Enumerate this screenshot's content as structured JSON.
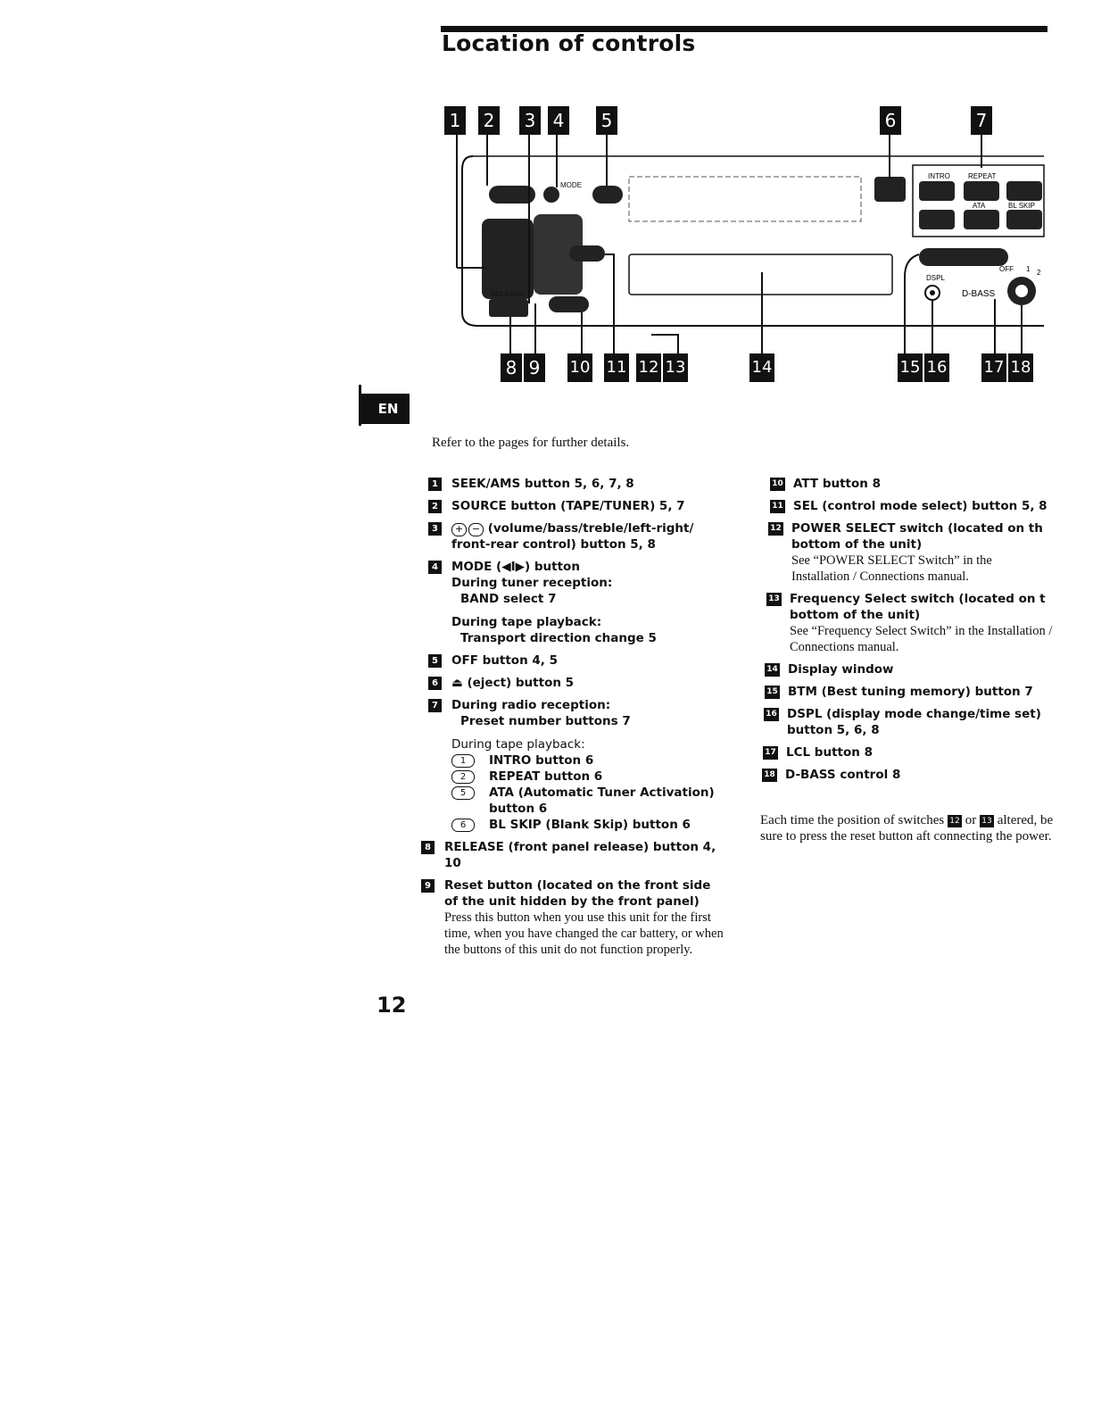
{
  "title": "Location of controls",
  "language_tab": "EN",
  "intro": "Refer to the pages for further details.",
  "page_number": "12",
  "figure": {
    "mode_label": "MODE",
    "release_label": "RELEASE",
    "intro_label": "INTRO",
    "repeat_label": "REPEAT",
    "ata_label": "ATA",
    "blskip_label": "BL SKIP",
    "dspl_label": "DSPL",
    "dbass_label": "D-BASS",
    "off_label": "OFF",
    "level_1": "1",
    "level_2": "2",
    "callouts_top": [
      "1",
      "2",
      "3",
      "4",
      "5",
      "6",
      "7"
    ],
    "callouts_bottom": [
      "8",
      "9",
      "10",
      "11",
      "12",
      "13",
      "14",
      "15",
      "16",
      "17",
      "18"
    ]
  },
  "left_items": {
    "i1": {
      "num": "1",
      "text": "SEEK/AMS button 5, 6, 7, 8"
    },
    "i2": {
      "num": "2",
      "text": "SOURCE button (TAPE/TUNER) 5, 7"
    },
    "i3": {
      "num": "3",
      "plus": "+",
      "minus": "−",
      "text": " (volume/bass/treble/left-right/ front-rear control) button 5, 8"
    },
    "i4": {
      "num": "4",
      "text": "MODE (◀I▶) button",
      "tuner_heading": "During tuner reception:",
      "tuner_value": "BAND select 7",
      "tape_heading": "During tape playback:",
      "tape_value": "Transport direction change 5"
    },
    "i5": {
      "num": "5",
      "text": "OFF button 4, 5"
    },
    "i6": {
      "num": "6",
      "text": "⏏ (eject) button 5"
    },
    "i7": {
      "num": "7",
      "radio_heading": "During radio reception:",
      "radio_value": "Preset number buttons 7",
      "tape_heading": "During tape playback:",
      "presets": [
        {
          "n": "1",
          "label": "INTRO button 6"
        },
        {
          "n": "2",
          "label": "REPEAT button 6"
        },
        {
          "n": "5",
          "label": "ATA (Automatic Tuner Activation) button 6"
        },
        {
          "n": "6",
          "label": "BL SKIP (Blank Skip) button 6"
        }
      ]
    },
    "i8": {
      "num": "8",
      "text": "RELEASE (front panel release) button 4, 10"
    },
    "i9": {
      "num": "9",
      "text": "Reset button (located on the front side of the unit hidden by the front panel)",
      "note": "Press this button when you use this unit for the first time, when you have changed the car battery, or when the buttons of this unit do not function properly."
    }
  },
  "right_items": {
    "i10": {
      "num": "10",
      "text": "ATT button 8"
    },
    "i11": {
      "num": "11",
      "text": "SEL (control mode select) button 5, 8"
    },
    "i12": {
      "num": "12",
      "text": "POWER SELECT switch (located on th bottom of the unit)",
      "note": "See “POWER SELECT Switch” in the Installation / Connections manual."
    },
    "i13": {
      "num": "13",
      "text": "Frequency Select switch (located on t bottom of the unit)",
      "note": "See “Frequency Select Switch” in the Installation / Connections manual."
    },
    "i14": {
      "num": "14",
      "text": "Display window"
    },
    "i15": {
      "num": "15",
      "text": "BTM (Best tuning memory) button 7"
    },
    "i16": {
      "num": "16",
      "text": "DSPL (display mode change/time set) button 5, 6, 8"
    },
    "i17": {
      "num": "17",
      "text": "LCL button 8"
    },
    "i18": {
      "num": "18",
      "text": "D-BASS control 8"
    }
  },
  "right_note": {
    "before": "Each time the position of switches ",
    "n1": "12",
    "mid": " or ",
    "n2": "13",
    "after": " altered, be sure to press the reset button aft connecting the power."
  }
}
